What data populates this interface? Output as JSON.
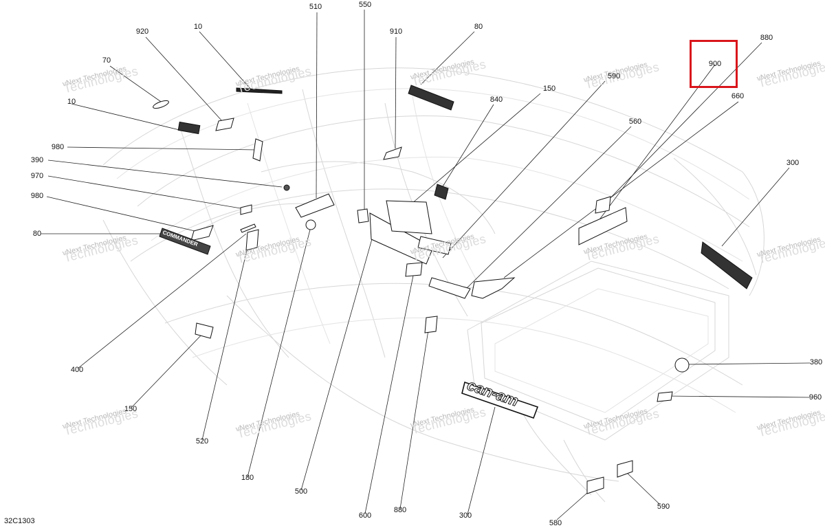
{
  "diagram": {
    "code": "32C1303",
    "highlighted_callout": "900",
    "highlight_color": "#d9151b",
    "brand_text": "can-am",
    "model_text": "COMMANDER"
  },
  "watermark": {
    "line1": "vNext Technologies",
    "line2": "Technologies"
  },
  "callouts": [
    {
      "id": "c510",
      "label": "510"
    },
    {
      "id": "c550",
      "label": "550"
    },
    {
      "id": "c920",
      "label": "920"
    },
    {
      "id": "c10a",
      "label": "10"
    },
    {
      "id": "c910",
      "label": "910"
    },
    {
      "id": "c80a",
      "label": "80"
    },
    {
      "id": "c880a",
      "label": "880"
    },
    {
      "id": "c70",
      "label": "70"
    },
    {
      "id": "c900",
      "label": "900"
    },
    {
      "id": "c590",
      "label": "590"
    },
    {
      "id": "c10b",
      "label": "10"
    },
    {
      "id": "c150a",
      "label": "150"
    },
    {
      "id": "c660",
      "label": "660"
    },
    {
      "id": "c840",
      "label": "840"
    },
    {
      "id": "c980a",
      "label": "980"
    },
    {
      "id": "c560",
      "label": "560"
    },
    {
      "id": "c390",
      "label": "390"
    },
    {
      "id": "c300a",
      "label": "300"
    },
    {
      "id": "c970",
      "label": "970"
    },
    {
      "id": "c980b",
      "label": "980"
    },
    {
      "id": "c80b",
      "label": "80"
    },
    {
      "id": "c380",
      "label": "380"
    },
    {
      "id": "c400",
      "label": "400"
    },
    {
      "id": "c960",
      "label": "960"
    },
    {
      "id": "c150b",
      "label": "150"
    },
    {
      "id": "c520",
      "label": "520"
    },
    {
      "id": "c180",
      "label": "180"
    },
    {
      "id": "c500",
      "label": "500"
    },
    {
      "id": "c600",
      "label": "600"
    },
    {
      "id": "c880b",
      "label": "880"
    },
    {
      "id": "c300b",
      "label": "300"
    },
    {
      "id": "c580",
      "label": "580"
    },
    {
      "id": "c590b",
      "label": "590"
    }
  ]
}
